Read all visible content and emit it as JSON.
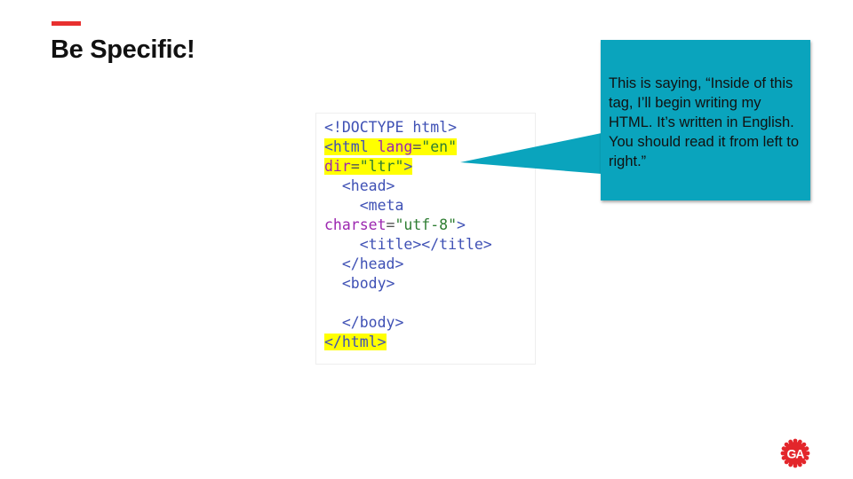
{
  "slide": {
    "title": "Be Specific!",
    "callout_text": "This is saying, “Inside of this tag, I’ll begin writing my HTML. It’s written in English. You should read it from left to right.”",
    "logo_text": "GA"
  },
  "code": {
    "lines": [
      {
        "highlight": false,
        "tokens": [
          {
            "type": "tag",
            "text": "<!DOCTYPE html>"
          }
        ]
      },
      {
        "highlight": true,
        "tokens": [
          {
            "type": "tag",
            "text": "<html "
          },
          {
            "type": "attr",
            "text": "lang"
          },
          {
            "type": "eq",
            "text": "="
          },
          {
            "type": "str",
            "text": "\"en\""
          }
        ]
      },
      {
        "highlight": true,
        "tokens": [
          {
            "type": "attr",
            "text": "dir"
          },
          {
            "type": "eq",
            "text": "="
          },
          {
            "type": "str",
            "text": "\"ltr\""
          },
          {
            "type": "tag",
            "text": ">"
          }
        ]
      },
      {
        "highlight": false,
        "tokens": [
          {
            "type": "tag",
            "text": "  <head>"
          }
        ]
      },
      {
        "highlight": false,
        "tokens": [
          {
            "type": "tag",
            "text": "    <meta"
          }
        ]
      },
      {
        "highlight": false,
        "tokens": [
          {
            "type": "attr",
            "text": "charset"
          },
          {
            "type": "eq",
            "text": "="
          },
          {
            "type": "str",
            "text": "\"utf-8\""
          },
          {
            "type": "tag",
            "text": ">"
          }
        ]
      },
      {
        "highlight": false,
        "tokens": [
          {
            "type": "tag",
            "text": "    <title></title>"
          }
        ]
      },
      {
        "highlight": false,
        "tokens": [
          {
            "type": "tag",
            "text": "  </head>"
          }
        ]
      },
      {
        "highlight": false,
        "tokens": [
          {
            "type": "tag",
            "text": "  <body>"
          }
        ]
      },
      {
        "highlight": false,
        "tokens": [
          {
            "type": "tag",
            "text": " "
          }
        ]
      },
      {
        "highlight": false,
        "tokens": [
          {
            "type": "tag",
            "text": "  </body>"
          }
        ]
      },
      {
        "highlight": true,
        "tokens": [
          {
            "type": "tag",
            "text": "</html>"
          }
        ]
      }
    ]
  },
  "colors": {
    "accent": "#e8302f",
    "callout": "#0aa4bd",
    "highlight": "#ffff00"
  }
}
